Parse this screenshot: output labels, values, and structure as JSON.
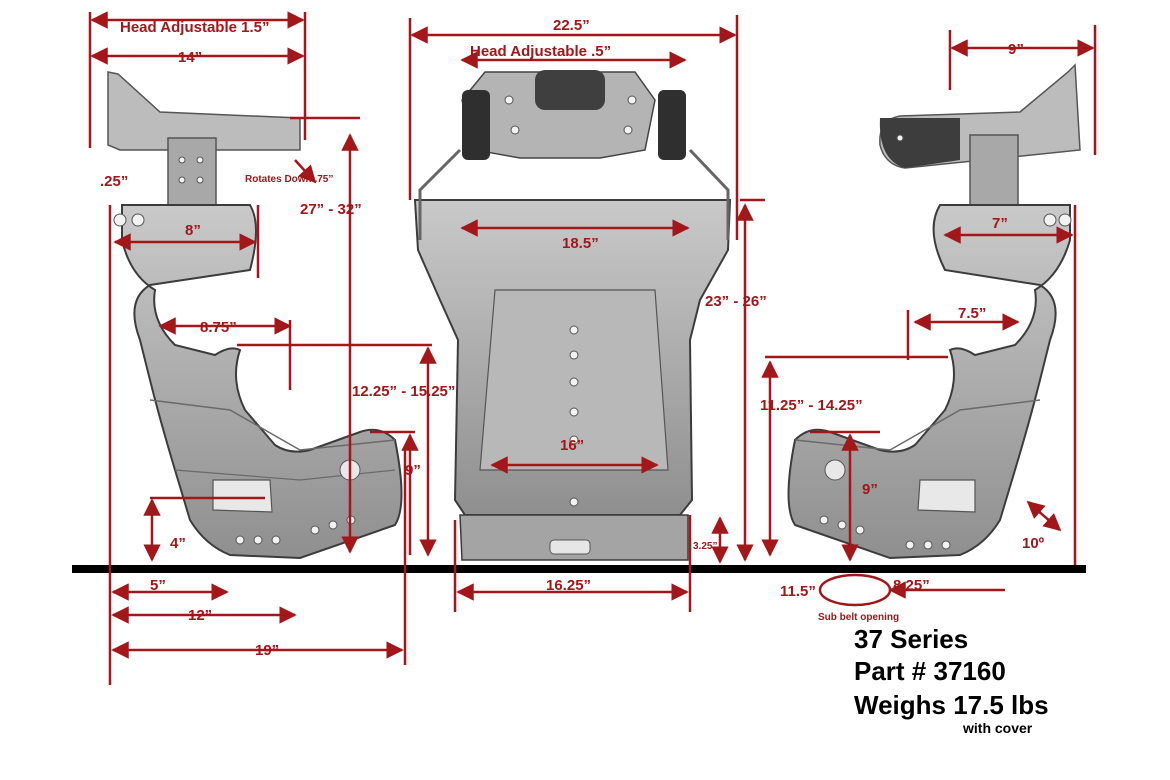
{
  "colors": {
    "dimension": "#a3161a",
    "seat_metal": "#9c9c9c",
    "seat_dark": "#4a4a4a",
    "ground": "#000000"
  },
  "labels": {
    "head_adjustable_side": "Head Adjustable 1.5”",
    "head_adjustable_front": "Head Adjustable .5”",
    "width_14": "14”",
    "width_22_5": "22.5”",
    "width_9": "9”",
    "dim_25": ".25”",
    "rotates_down": "Rotates Down .75”",
    "height_27_32": "27” - 32”",
    "dim_8": "8”",
    "dim_7": "7”",
    "width_18_5": "18.5”",
    "height_23_26": "23” - 26”",
    "dim_8_75": "8.75”",
    "dim_7_5": "7.5”",
    "height_12_25_15_25": "12.25” - 15.25”",
    "height_11_25_14_25": "11.25” - 14.25”",
    "width_16": "16”",
    "dim_9_left": "9”",
    "dim_9_right": "9”",
    "dim_4": "4”",
    "dim_3_25": "3.25”",
    "angle_10": "10º",
    "dim_5": "5”",
    "width_16_25": "16.25”",
    "dim_11_5": "11.5”",
    "dim_8_25": "8.25”",
    "sub_belt": "Sub belt opening",
    "dim_12": "12”",
    "dim_19": "19”"
  },
  "product": {
    "series": "37 Series",
    "part": "Part # 37160",
    "weight": "Weighs 17.5 lbs",
    "note": "with cover"
  }
}
